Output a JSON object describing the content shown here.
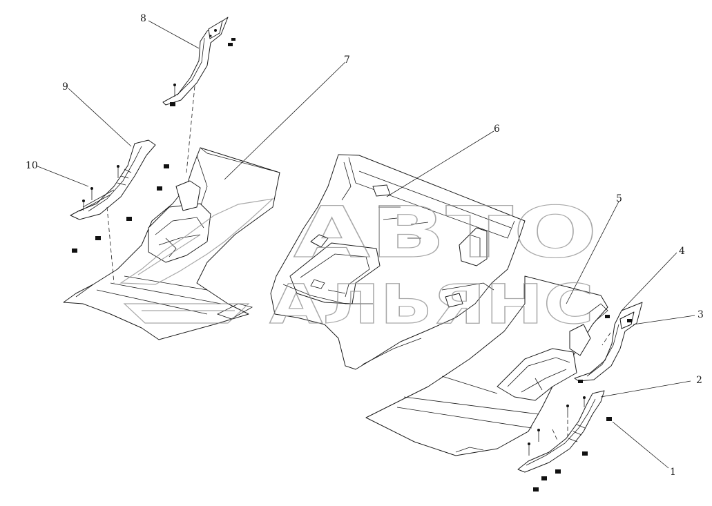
{
  "watermark": {
    "line1": "АВТО",
    "line2": "АЛЬЯНС",
    "logo_icon": "av-logo-icon"
  },
  "callouts": [
    {
      "id": "1",
      "label": "1"
    },
    {
      "id": "2",
      "label": "2"
    },
    {
      "id": "3",
      "label": "3"
    },
    {
      "id": "4",
      "label": "4"
    },
    {
      "id": "5",
      "label": "5"
    },
    {
      "id": "6",
      "label": "6"
    },
    {
      "id": "7",
      "label": "7"
    },
    {
      "id": "8",
      "label": "8"
    },
    {
      "id": "9",
      "label": "9"
    },
    {
      "id": "10",
      "label": "10"
    }
  ],
  "colors": {
    "line": "#1a1a1a",
    "watermark": "#8c8c8c",
    "background": "#ffffff"
  }
}
